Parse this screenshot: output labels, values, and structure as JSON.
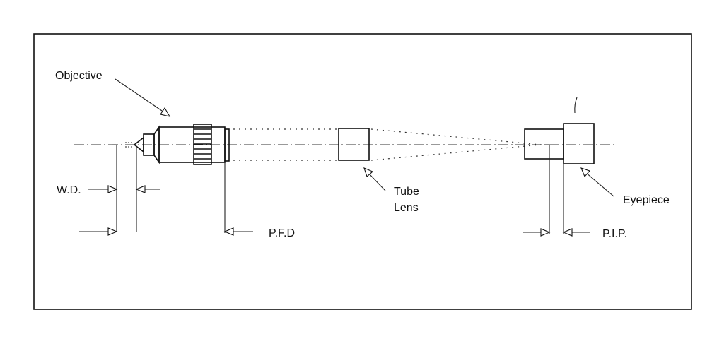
{
  "labels": {
    "objective": "Objective",
    "tube_lens_line1": "Tube",
    "tube_lens_line2": "Lens",
    "eyepiece": "Eyepiece",
    "working_distance": "W.D.",
    "parfocal_distance": "P.F.D",
    "primary_image_plane": "P.I.P."
  },
  "colors": {
    "line": "#111111",
    "background": "#ffffff"
  }
}
